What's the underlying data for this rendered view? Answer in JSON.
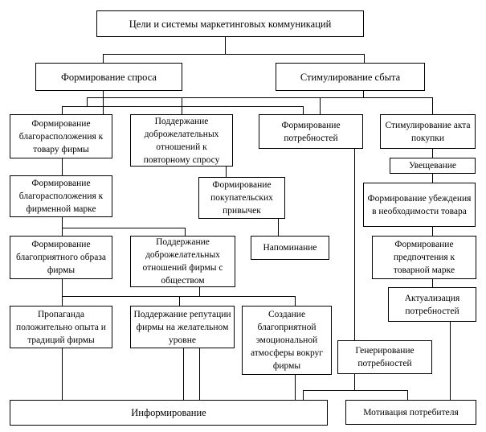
{
  "diagram": {
    "title": "Цели и системы маркетинговых коммуникаций",
    "nodes": {
      "root": "Цели и системы маркетинговых коммуникаций",
      "demand_formation": "Формирование спроса",
      "sales_promotion": "Стимулирование сбыта",
      "goodwill_product": "Формирование благорасположения к товару фирмы",
      "repeat_demand_relations": "Поддержание доброжелательных отношений к повторному спросу",
      "needs_formation": "Формирование потребностей",
      "purchase_act_stimulation": "Стимулирование акта покупки",
      "persuasion": "Увещевание",
      "goodwill_brand": "Формирование благорасположения к фирменной марке",
      "buying_habits": "Формирование покупательских привычек",
      "conviction_necessity": "Формирование убеждения в необходимости товара",
      "favorable_image": "Формирование благоприятного образа фирмы",
      "public_relations": "Поддержание доброжелательных отношений фирмы с обществом",
      "reminder": "Напоминание",
      "brand_preference": "Формирование предпочтения к товарной марке",
      "needs_actualization": "Актуализация потребностей",
      "propaganda": "Пропаганда положительно опыта и традиций фирмы",
      "reputation_maintenance": "Поддержание репутации фирмы на желательном уровне",
      "emotional_atmosphere": "Создание благоприятной эмоциональной атмосферы вокруг фирмы",
      "needs_generation": "Генерирование потребностей",
      "informing": "Информирование",
      "consumer_motivation": "Мотивация потребителя"
    }
  }
}
